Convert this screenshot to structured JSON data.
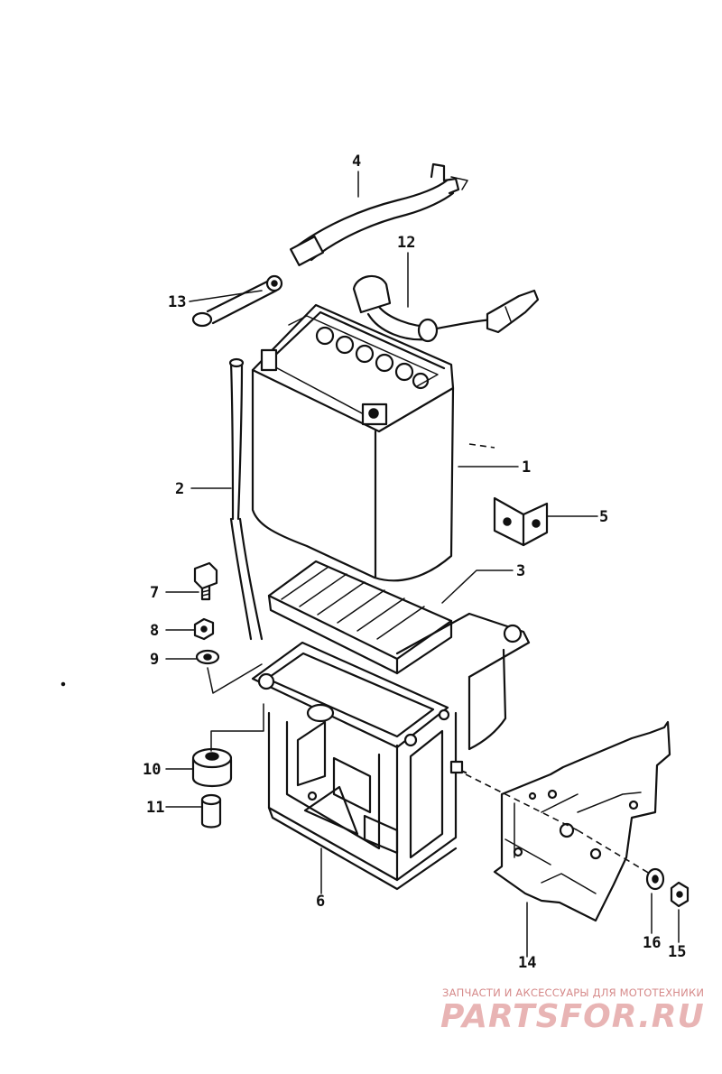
{
  "diagram": {
    "callouts": [
      {
        "id": "c1",
        "label": "1"
      },
      {
        "id": "c2",
        "label": "2"
      },
      {
        "id": "c3",
        "label": "3"
      },
      {
        "id": "c4",
        "label": "4"
      },
      {
        "id": "c5",
        "label": "5"
      },
      {
        "id": "c6",
        "label": "6"
      },
      {
        "id": "c7",
        "label": "7"
      },
      {
        "id": "c8",
        "label": "8"
      },
      {
        "id": "c9",
        "label": "9"
      },
      {
        "id": "c10",
        "label": "10"
      },
      {
        "id": "c11",
        "label": "11"
      },
      {
        "id": "c12",
        "label": "12"
      },
      {
        "id": "c13",
        "label": "13"
      },
      {
        "id": "c14",
        "label": "14"
      },
      {
        "id": "c15",
        "label": "15"
      },
      {
        "id": "c16",
        "label": "16"
      }
    ]
  },
  "watermark": {
    "tagline": "ЗАПЧАСТИ И АКСЕССУАРЫ ДЛЯ МОТОТЕХНИКИ",
    "logo": "PARTSFOR.RU"
  }
}
